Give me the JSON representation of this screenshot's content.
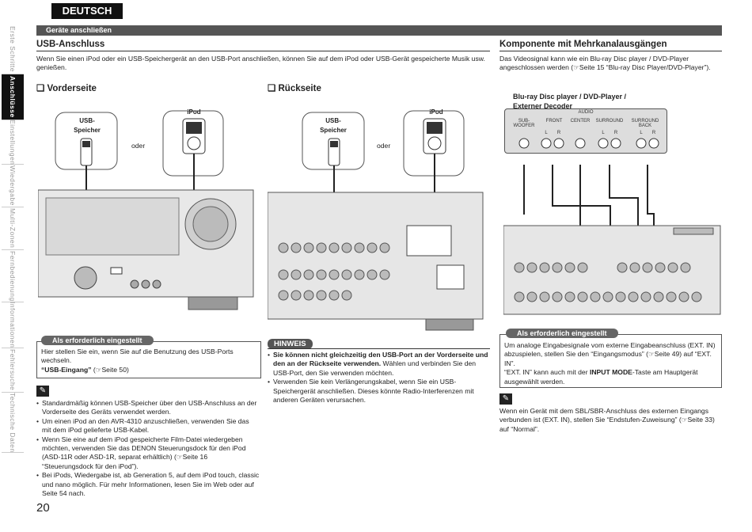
{
  "header": {
    "language": "DEUTSCH",
    "section": "Geräte anschließen"
  },
  "sidebar": {
    "items": [
      {
        "label": "Erste Schritte",
        "active": false
      },
      {
        "label": "Anschlüsse",
        "active": true
      },
      {
        "label": "Einstellungen",
        "active": false
      },
      {
        "label": "Wiedergabe",
        "active": false
      },
      {
        "label": "Multi-Zonen",
        "active": false
      },
      {
        "label": "Fernbedienung",
        "active": false
      },
      {
        "label": "Informationen",
        "active": false
      },
      {
        "label": "Fehlersuche",
        "active": false
      },
      {
        "label": "Technische Daten",
        "active": false
      }
    ]
  },
  "usb": {
    "title": "USB-Anschluss",
    "intro": "Wenn Sie einen iPod oder ein USB-Speichergerät an den USB-Port anschließen, können Sie auf dem iPod oder USB-Gerät gespeicherte Musik usw. genießen.",
    "front": {
      "title": "❏ Vorderseite",
      "usb_label_1": "USB-",
      "usb_label_2": "Speicher",
      "or": "oder",
      "ipod": "iPod"
    },
    "rear": {
      "title": "❏ Rückseite",
      "usb_label_1": "USB-",
      "usb_label_2": "Speicher",
      "or": "oder",
      "ipod": "iPod"
    },
    "setting": {
      "pill": "Als erforderlich eingestellt",
      "text": "Hier stellen Sie ein, wenn Sie auf die Benutzung des USB-Ports wechseln.",
      "ref_bold": "“USB-Eingang”",
      "ref": " (☞Seite 50)"
    },
    "notes": [
      "Standardmäßig können USB-Speicher über den USB-Anschluss an der Vorderseite des Geräts verwendet werden.",
      "Um einen iPod an den AVR-4310 anzuschließen, verwenden Sie das mit dem iPod gelieferte USB-Kabel.",
      "Wenn Sie eine auf dem iPod gespeicherte Film-Datei wiedergeben möchten, verwenden Sie das DENON Steuerungsdock für den iPod (ASD-11R oder ASD-1R, separat erhältlich) (☞Seite 16 “Steuerungsdock für den iPod”).",
      "Bei iPods, Wiedergabe ist, ab Generation 5, auf dem iPod touch, classic und nano möglich. Für mehr Informationen, lesen Sie im Web oder auf Seite 54 nach."
    ],
    "hinweis": {
      "pill": "HINWEIS",
      "items": [
        {
          "bold": "Sie können nicht gleichzeitig den USB-Port an der Vorderseite und den an der Rückseite verwenden.",
          "text": " Wählen und verbinden Sie den USB-Port, den Sie verwenden möchten."
        },
        {
          "bold": "",
          "text": "Verwenden Sie kein Verlängerungskabel, wenn Sie ein USB-Speichergerät anschließen. Dieses könnte Radio-Interferenzen mit anderen Geräten verursachen."
        }
      ]
    }
  },
  "multi": {
    "title": "Komponente mit Mehrkanalausgängen",
    "intro": "Das Videosignal kann wie ein Blu-ray Disc player / DVD-Player angeschlossen werden (☞Seite 15 “Blu-ray Disc Player/DVD-Player”).",
    "device_1": "Blu-ray Disc player / DVD-Player /",
    "device_2": "Externer Decoder",
    "audio": "AUDIO",
    "channels": [
      {
        "l1": "SUB-",
        "l2": "WOOFER"
      },
      {
        "l1": "FRONT",
        "l2": ""
      },
      {
        "l1": "CENTER",
        "l2": ""
      },
      {
        "l1": "SURROUND",
        "l2": ""
      },
      {
        "l1": "SURROUND",
        "l2": "BACK"
      }
    ],
    "lr": [
      "L",
      "R"
    ],
    "setting": {
      "pill": "Als erforderlich eingestellt",
      "line1": "Um analoge Eingabesignale vom externe Eingabeanschluss (EXT. IN) abzuspielen, stellen Sie den “Eingangsmodus” (☞Seite 49) auf “EXT. IN”.",
      "line2_pre": "“EXT. IN” kann auch mit der ",
      "line2_bold": "INPUT MODE",
      "line2_post": "-Taste am Hauptgerät ausgewählt werden."
    },
    "note": "Wenn ein Gerät mit dem SBL/SBR-Anschluss des externen Eingangs verbunden ist (EXT. IN), stellen Sie “Endstufen-Zuweisung” (☞Seite 33) auf “Normal”."
  },
  "page_number": "20",
  "colors": {
    "dark": "#111111",
    "bar": "#555555",
    "panel": "#d8d8d8"
  }
}
